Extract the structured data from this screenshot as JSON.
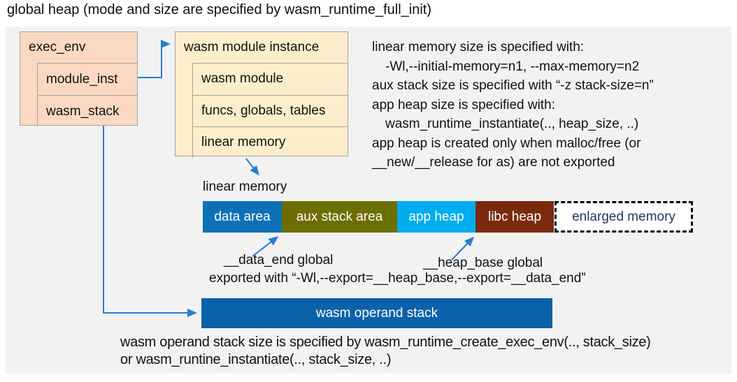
{
  "title": "global heap (mode and size are specified by wasm_runtime_full_init)",
  "palette": {
    "panel_bg": "#f2f2f2",
    "exec_env_bg": "#fbd8c2",
    "module_instance_bg": "#fdeecb",
    "box_border": "#a3a3a3",
    "connector_blue": "#2b7bd0",
    "data_area": "#0e71b8",
    "aux_stack_area": "#6d6e01",
    "app_heap": "#00aeef",
    "libc_heap": "#7b2a0e",
    "enlarged_memory_text": "#1f3864",
    "operand_stack": "#0b62aa"
  },
  "exec_env": {
    "title": "exec_env",
    "rows": [
      "module_inst",
      "wasm_stack"
    ]
  },
  "module_instance": {
    "title": "wasm module instance",
    "rows": [
      "wasm module",
      "funcs, globals, tables",
      "linear memory"
    ]
  },
  "notes_right": {
    "lines": [
      "linear memory size is specified with:",
      "-Wl,--initial-memory=n1, --max-memory=n2",
      "aux stack size is specified with “-z stack-size=n”",
      "app heap size is specified with:",
      "wasm_runtime_instantiate(.., heap_size, ..)",
      "app heap is created only when malloc/free (or",
      "__new/__release for as) are not exported"
    ]
  },
  "linear_memory": {
    "label": "linear memory",
    "segments": [
      {
        "label": "data area"
      },
      {
        "label": "aux stack area"
      },
      {
        "label": "app heap"
      },
      {
        "label": "libc heap"
      },
      {
        "label": "enlarged memory"
      }
    ],
    "annotations": {
      "data_end": "__data_end global",
      "heap_base": "__heap_base global",
      "exported": "exported with “-Wl,--export=__heap_base,--export=__data_end”"
    }
  },
  "operand_stack": {
    "label": "wasm operand stack"
  },
  "notes_bottom": {
    "lines": [
      "wasm operand stack size is specified by wasm_runtime_create_exec_env(.., stack_size)",
      "or wasm_runtine_instantiate(.., stack_size, ..)"
    ]
  }
}
